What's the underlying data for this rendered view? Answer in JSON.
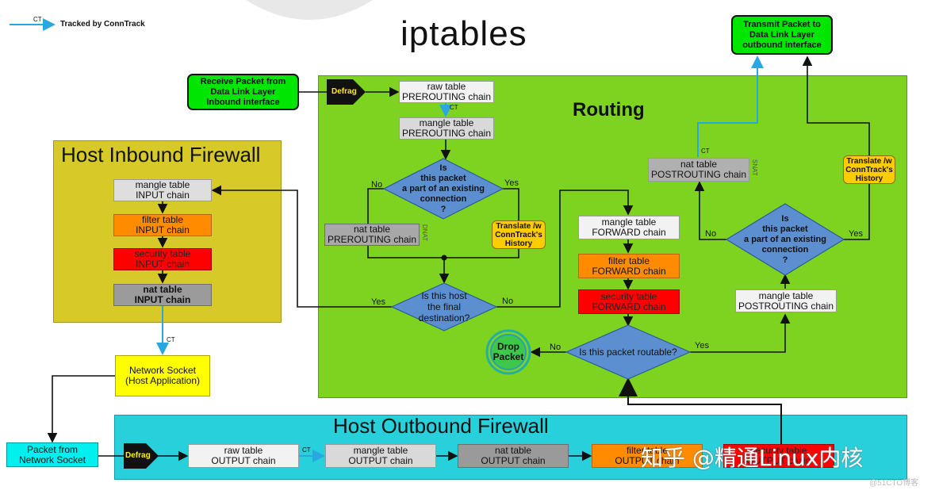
{
  "title": "iptables",
  "legend": {
    "ct": "CT",
    "text": "Tracked by ConnTrack"
  },
  "colors": {
    "routing_zone": "#7ed321",
    "inbound_zone": "#d6c928",
    "outbound_zone": "#28d0dc",
    "diamond": "#5b8fcf",
    "ct_arrow": "#29a8e0"
  },
  "routing": {
    "title": "Routing"
  },
  "inbound": {
    "title": "Host Inbound Firewall",
    "mangle": "mangle table\nINPUT chain",
    "filter": "filter table\nINPUT chain",
    "security": "security table\nINPUT chain",
    "nat": "nat table\nINPUT chain"
  },
  "outbound": {
    "title": "Host Outbound Firewall",
    "defrag": "Defrag",
    "raw": "raw table\nOUTPUT chain",
    "mangle": "mangle table\nOUTPUT chain",
    "nat": "nat table\nOUTPUT chain",
    "filter": "filter table\nOUTPUT chain",
    "security": "security table\nOUTPUT chain"
  },
  "receive": "Receive Packet from\nData Link Layer\nInbound interface",
  "transmit": "Transmit Packet to\nData Link Layer\noutbound interface",
  "defrag": "Defrag",
  "pre_raw": "raw table\nPREROUTING chain",
  "pre_mangle": "mangle table\nPREROUTING chain",
  "pre_nat": "nat table\nPREROUTING chain",
  "dnat": "DNAT",
  "snat": "SNAT",
  "translate_left": "Translate /w\nConnTrack's\nHistory",
  "translate_right": "Translate /w\nConnTrack's\nHistory",
  "diamond_existing_left": "Is\nthis packet\na part of an existing\nconnection\n?",
  "diamond_final": "Is this host\nthe final\ndestination?",
  "diamond_routable": "Is this packet routable?",
  "diamond_existing_right": "Is\nthis packet\na part of an existing\nconnection\n?",
  "fwd_mangle": "mangle table\nFORWARD chain",
  "fwd_filter": "filter table\nFORWARD chain",
  "fwd_security": "security table\nFORWARD chain",
  "post_mangle": "mangle table\nPOSTROUTING chain",
  "post_nat": "nat table\nPOSTROUTING chain",
  "drop": "Drop\nPacket",
  "network_socket": "Network Socket\n(Host Application)",
  "packet_from_socket": "Packet from\nNetwork Socket",
  "labels": {
    "yes": "Yes",
    "no": "No",
    "ct": "CT"
  },
  "watermark": {
    "brand": "知乎 @精通Linux内核",
    "small": "@51CTO博客"
  }
}
